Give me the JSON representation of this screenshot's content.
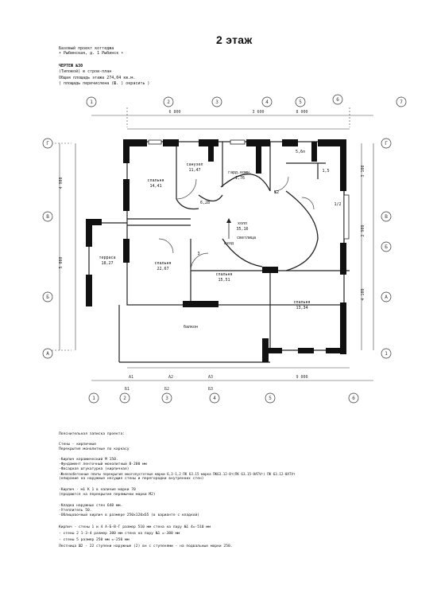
{
  "title": "2 этаж",
  "header": {
    "line1": "Базовый проект коттеджа",
    "line2": "• Рыбинская, д. 1 Рыбинск •",
    "code": "ЧЕРТЕЖ №30",
    "line4": "(Типовой) в строи-план",
    "line5": "Общая площадь этажа 274,04 кв.м.",
    "line6": "( площадь перечислена (Ш. ) окрасить )"
  },
  "rooms": [
    {
      "name": "спальня",
      "area": "14,41"
    },
    {
      "name": "санузел",
      "area": "11,47"
    },
    {
      "name": "гард.комн.",
      "area": "1,76"
    },
    {
      "name": "5,6п",
      "area": ""
    },
    {
      "name": "6,28",
      "area": ""
    },
    {
      "name": "холл",
      "area": "35,16"
    },
    {
      "name": "терраса",
      "area": "18,27"
    },
    {
      "name": "спальня",
      "area": "22,67"
    },
    {
      "name": "спальня",
      "area": "15,51"
    },
    {
      "name": "спальня",
      "area": "13,34"
    },
    {
      "name": "светлица",
      "area": ""
    },
    {
      "name": "балкон",
      "area": ""
    }
  ],
  "small_labels": [
    "1,5",
    "№2",
    "1/2",
    "вход",
    "3"
  ],
  "axes": {
    "top": [
      "1",
      "2",
      "3",
      "4",
      "5",
      "6",
      "7"
    ],
    "left": [
      "Г",
      "В",
      "Б",
      "А"
    ],
    "right": [
      "Г",
      "В",
      "Б",
      "А",
      "1"
    ],
    "bottom": [
      "1",
      "2",
      "3",
      "4",
      "5",
      "6"
    ]
  },
  "dimensions": {
    "top": [
      "6 800",
      "3 600",
      "8 000"
    ],
    "bottom": [
      "А1",
      "А2",
      "А3",
      "Б1",
      "Б2",
      "Б3",
      "9 000"
    ],
    "left": [
      "4 900",
      "5 000"
    ],
    "right": [
      "3 100",
      "2 900",
      "4 100"
    ]
  },
  "notes": [
    "Пояснительная записка проекта:",
    "",
    "Стены - кирпичные",
    "Перекрытия монолитные по каркасу",
    "",
    "-Кирпич керамический М 150.",
    "-Фундамент ленточный монолитный  В-200 мм",
    "-Фасадная штукатурка (кирпичная)",
    "-Железобетонные плиты перекрытия многопустотные марки 6,3-1,2 ПК 63.15 марка  ПК63.12-8т(ПК 63.15-8АТVт)  ПК 63.12-8АТVт",
    " (опирание на наружные несущие стены и перегородки внутренних стен)",
    "",
    "-Кирпич  - м1 К 1  в наличие марки 70",
    " (продаются на перекрытия перемычки  марки  М2)",
    "",
    "-Кладка наружных стен 640 мм.",
    "-Утеплитель 50.",
    "-Облицовочный кирпич в размере 250х120х65 (в варианте с кладкой)",
    "",
    "Кирпич - стены 1 и 4         А-Б-В-Г   размер 510 мм  стена на пару №1    4=-510 мм",
    "         - стены 2               1-3-4   размер 380 мм  стена на пару №1     =-380 мм",
    "         - стены 5                        размер 250 мм              =-250 мм",
    "Лестница Ш2 - 22 ступени  наружные  (2)  вн  с  ступенями  - на  подвальные марки 250."
  ]
}
